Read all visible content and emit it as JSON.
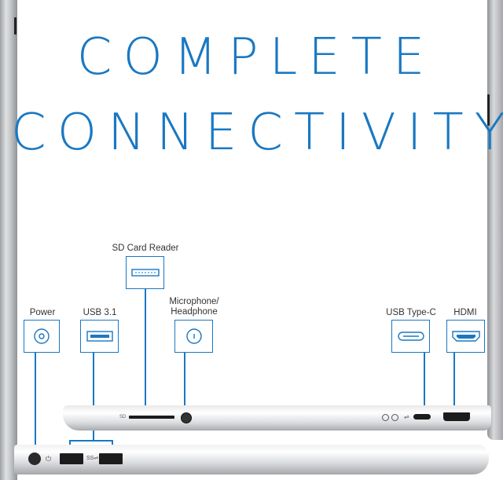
{
  "headline": {
    "line1": "COMPLETE",
    "line2": "CONNECTIVITY"
  },
  "ports": {
    "power": "Power",
    "usb31": "USB 3.1",
    "sd_card_reader": "SD Card Reader",
    "microphone_line1": "Microphone/",
    "microphone_line2": "Headphone",
    "usb_type_c": "USB Type-C",
    "hdmi": "HDMI"
  },
  "colors": {
    "accent": "#1a78c2",
    "background": "#ffffff",
    "chassis": "#c8cacd"
  },
  "icons": [
    "power-port-icon",
    "usb-port-icon",
    "sd-slot-icon",
    "audio-jack-icon",
    "usb-c-port-icon",
    "hdmi-port-icon"
  ]
}
